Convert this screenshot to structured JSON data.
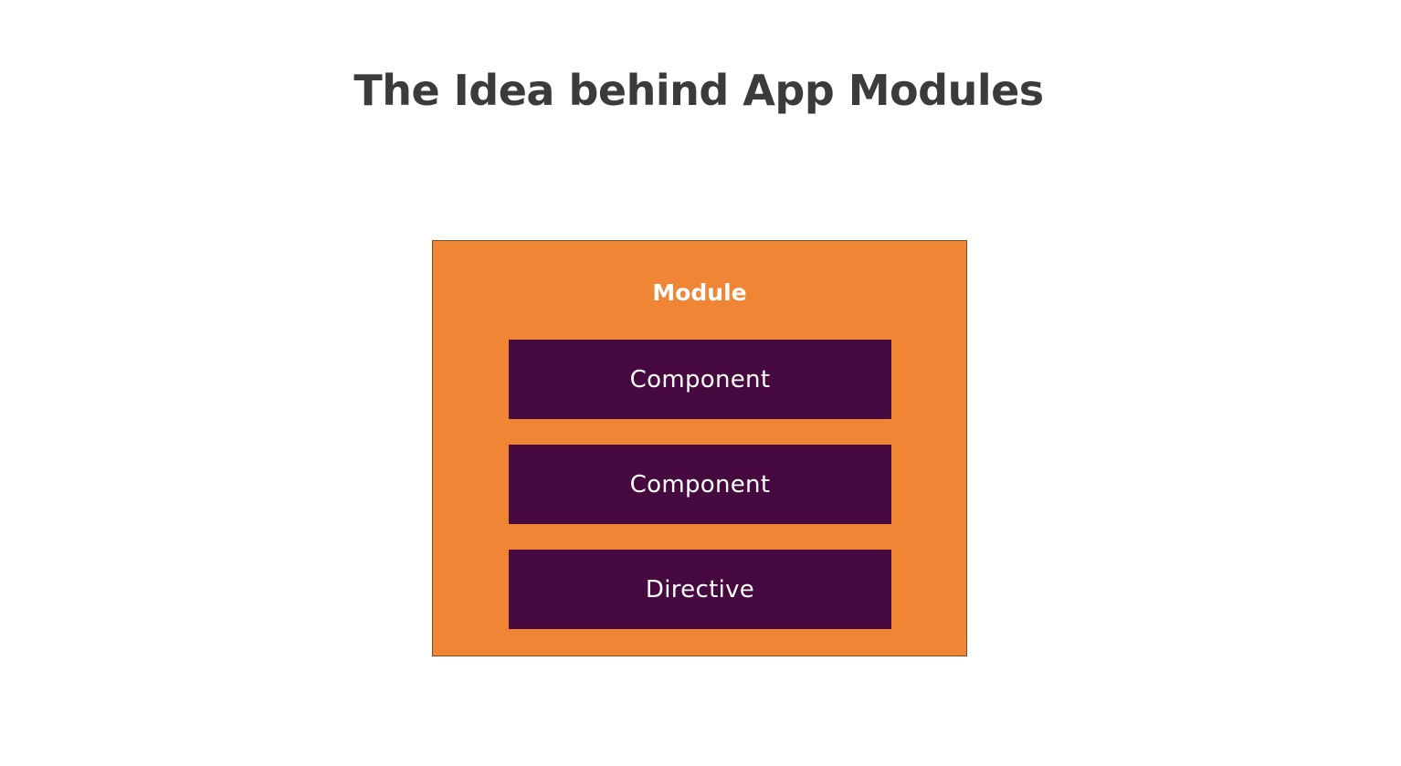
{
  "slide": {
    "title": "The Idea behind App Modules"
  },
  "diagram": {
    "module": {
      "label": "Module"
    },
    "items": [
      {
        "label": "Component"
      },
      {
        "label": "Component"
      },
      {
        "label": "Directive"
      }
    ]
  },
  "colors": {
    "background": "#ffffff",
    "title_text": "#3b3b3b",
    "module_fill": "#f08536",
    "module_label": "#ffffff",
    "item_fill": "#470a40",
    "item_text": "#ffffff"
  }
}
